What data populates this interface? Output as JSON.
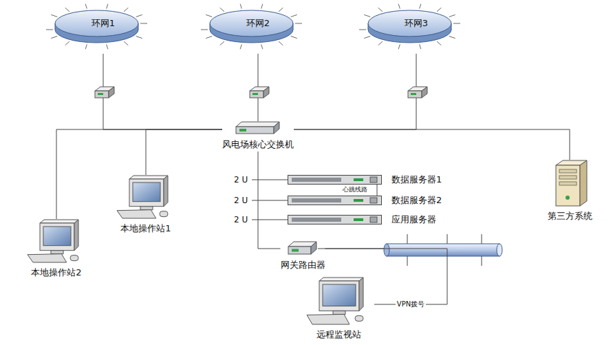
{
  "diagram": {
    "nodes": [
      {
        "text": [
          "环网1"
        ]
      },
      {
        "text": [
          "环网2"
        ]
      },
      {
        "text": [
          "环网3"
        ]
      },
      {
        "text": [
          "风电场核心交换机"
        ]
      },
      {
        "text": [
          "数据服务器1"
        ]
      },
      {
        "text": [
          "数据服务器2"
        ]
      },
      {
        "text": [
          "应用服务器"
        ]
      },
      {
        "text": [
          "第三方系统"
        ]
      },
      {
        "text": [
          "本地操作站1"
        ]
      },
      {
        "text": [
          "本地操作站2"
        ]
      },
      {
        "text": [
          "网关路由器"
        ]
      },
      {
        "text": [
          "远程监视站"
        ]
      }
    ],
    "edges": [
      {
        "from": 0,
        "to": 3,
        "arrow": "none"
      },
      {
        "from": 1,
        "to": 3,
        "arrow": "none"
      },
      {
        "from": 2,
        "to": 3,
        "arrow": "none"
      },
      {
        "from": 3,
        "to": 8,
        "arrow": "none"
      },
      {
        "from": 3,
        "to": 9,
        "arrow": "none"
      },
      {
        "from": 3,
        "to": 7,
        "arrow": "none"
      },
      {
        "from": 3,
        "to": 10,
        "arrow": "none"
      },
      {
        "from": 10,
        "to": 11,
        "label": "VPN拨号",
        "arrow": "none"
      }
    ],
    "labels": [
      "2 U",
      "2 U",
      "2 U",
      "心跳线路"
    ]
  }
}
